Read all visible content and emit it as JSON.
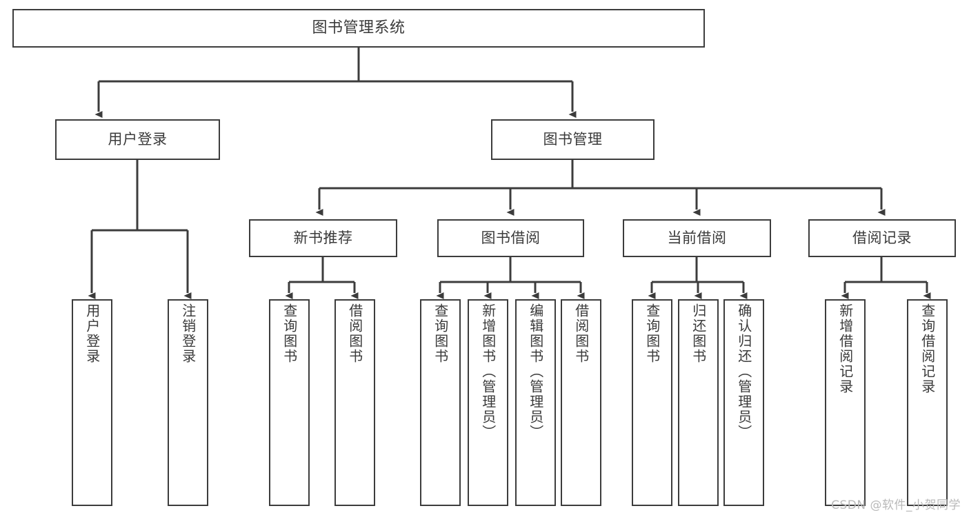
{
  "diagram": {
    "title": "图书管理系统",
    "watermark": "CSDN @软件_小贺同学",
    "stroke_color": "#3c3c3c",
    "text_color": "#3a3a3a",
    "background_color": "#ffffff",
    "nodes": {
      "root": {
        "label": "图书管理系统"
      },
      "level2": [
        {
          "label": "用户登录"
        },
        {
          "label": "图书管理"
        }
      ],
      "level3": [
        {
          "label": "新书推荐"
        },
        {
          "label": "图书借阅"
        },
        {
          "label": "当前借阅"
        },
        {
          "label": "借阅记录"
        }
      ],
      "leaves": {
        "user_login": [
          {
            "label": "用户登录"
          },
          {
            "label": "注销登录"
          }
        ],
        "new_book_recommend": [
          {
            "label": "查询图书"
          },
          {
            "label": "借阅图书"
          }
        ],
        "book_borrow": [
          {
            "label": "查询图书"
          },
          {
            "label": "新增图书（管理员）"
          },
          {
            "label": "编辑图书（管理员）"
          },
          {
            "label": "借阅图书"
          }
        ],
        "current_borrow": [
          {
            "label": "查询图书"
          },
          {
            "label": "归还图书"
          },
          {
            "label": "确认归还（管理员）"
          }
        ],
        "borrow_record": [
          {
            "label": "新增借阅记录"
          },
          {
            "label": "查询借阅记录"
          }
        ]
      }
    }
  }
}
